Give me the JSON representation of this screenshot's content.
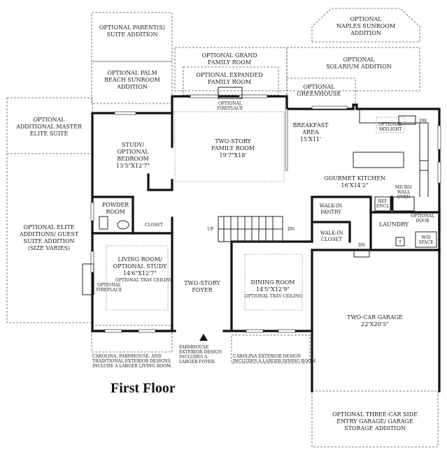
{
  "title": "First Floor",
  "rooms": {
    "parents_suite": [
      "OPTIONAL PARENT(S)",
      "SUITE ADDITION"
    ],
    "naples_sunroom": [
      "OPTIONAL",
      "NAPLES SUNROOM",
      "ADDITION"
    ],
    "grand_family": [
      "OPTIONAL GRAND",
      "FAMILY ROOM"
    ],
    "expanded_family": [
      "OPTIONAL EXPANDED",
      "FAMILY ROOM"
    ],
    "solarium": [
      "OPTIONAL",
      "SOLARIUM ADDITION"
    ],
    "palm_beach": [
      "OPTIONAL PALM",
      "BEACH SUNROOM",
      "ADDITION"
    ],
    "greenhouse": [
      "OPTIONAL",
      "GREENHOUSE"
    ],
    "master_suite": [
      "OPTIONAL",
      "ADDITIONAL MASTER",
      "ELITE SUITE"
    ],
    "optional_fireplace_top": [
      "OPTIONAL",
      "FIREPLACE"
    ],
    "breakfast": [
      "BREAKFAST",
      "AREA",
      "15'X11'"
    ],
    "skylight": [
      "OPTIONAL",
      "SKYLIGHT"
    ],
    "dw": "DW",
    "study": [
      "STUDY/",
      "OPTIONAL",
      "BEDROOM",
      "13'5\"X12'7\""
    ],
    "family_room": [
      "TWO-STORY",
      "FAMILY ROOM",
      "19'7\"X18'"
    ],
    "kitchen": [
      "GOURMET KITCHEN",
      "16'X14'2\""
    ],
    "micro": [
      "MICRO/",
      "WALL",
      "OVEN"
    ],
    "ref": [
      "REF",
      "ENCL"
    ],
    "powder": [
      "POWDER",
      "ROOM"
    ],
    "closet": "CLOSET",
    "pantry": [
      "WALK-IN",
      "PANTRY"
    ],
    "optional_door": [
      "OPTIONAL",
      "DOOR"
    ],
    "laundry": "LAUNDRY",
    "walkin_closet": [
      "WALK-IN",
      "CLOSET"
    ],
    "up": "UP",
    "dn": "DN",
    "dn2": "DN",
    "wd": [
      "W/D",
      "SPACE"
    ],
    "t": "T",
    "elite": [
      "OPTIONAL ELITE",
      "ADDITIONS/ GUEST",
      "SUITE ADDITION",
      "(SIZE VARIES)"
    ],
    "living": [
      "LIVING ROOM/",
      "OPTIONAL STUDY",
      "14'6\"X12'7\"",
      "OPTIONAL TRAY CEILING"
    ],
    "optional_fireplace_left": [
      "OPTIONAL",
      "FIREPLACE"
    ],
    "foyer": [
      "TWO-STORY",
      "FOYER"
    ],
    "dining": [
      "DINING ROOM",
      "14'5\"X12'9\"",
      "OPTIONAL TRAY CEILING"
    ],
    "garage": [
      "TWO-CAR GARAGE",
      "22'X20'5\""
    ],
    "note_left": [
      "CAROLINA, FARMHOUSE, AND",
      "TRADITIONAL EXTERIOR DESIGNS",
      "INCLUDE A LARGER LIVING ROOM."
    ],
    "note_center": [
      "FARMHOUSE",
      "EXTERIOR DESIGN",
      "INCLUDES A",
      "LARGER FOYER."
    ],
    "note_right": [
      "CAROLINA EXTERIOR DESIGN",
      "INCLUDES A LARGER DINING ROOM."
    ],
    "three_car": [
      "OPTIONAL THREE-CAR SIDE",
      "ENTRY GARAGE/ GARAGE",
      "STORAGE ADDITION"
    ]
  }
}
